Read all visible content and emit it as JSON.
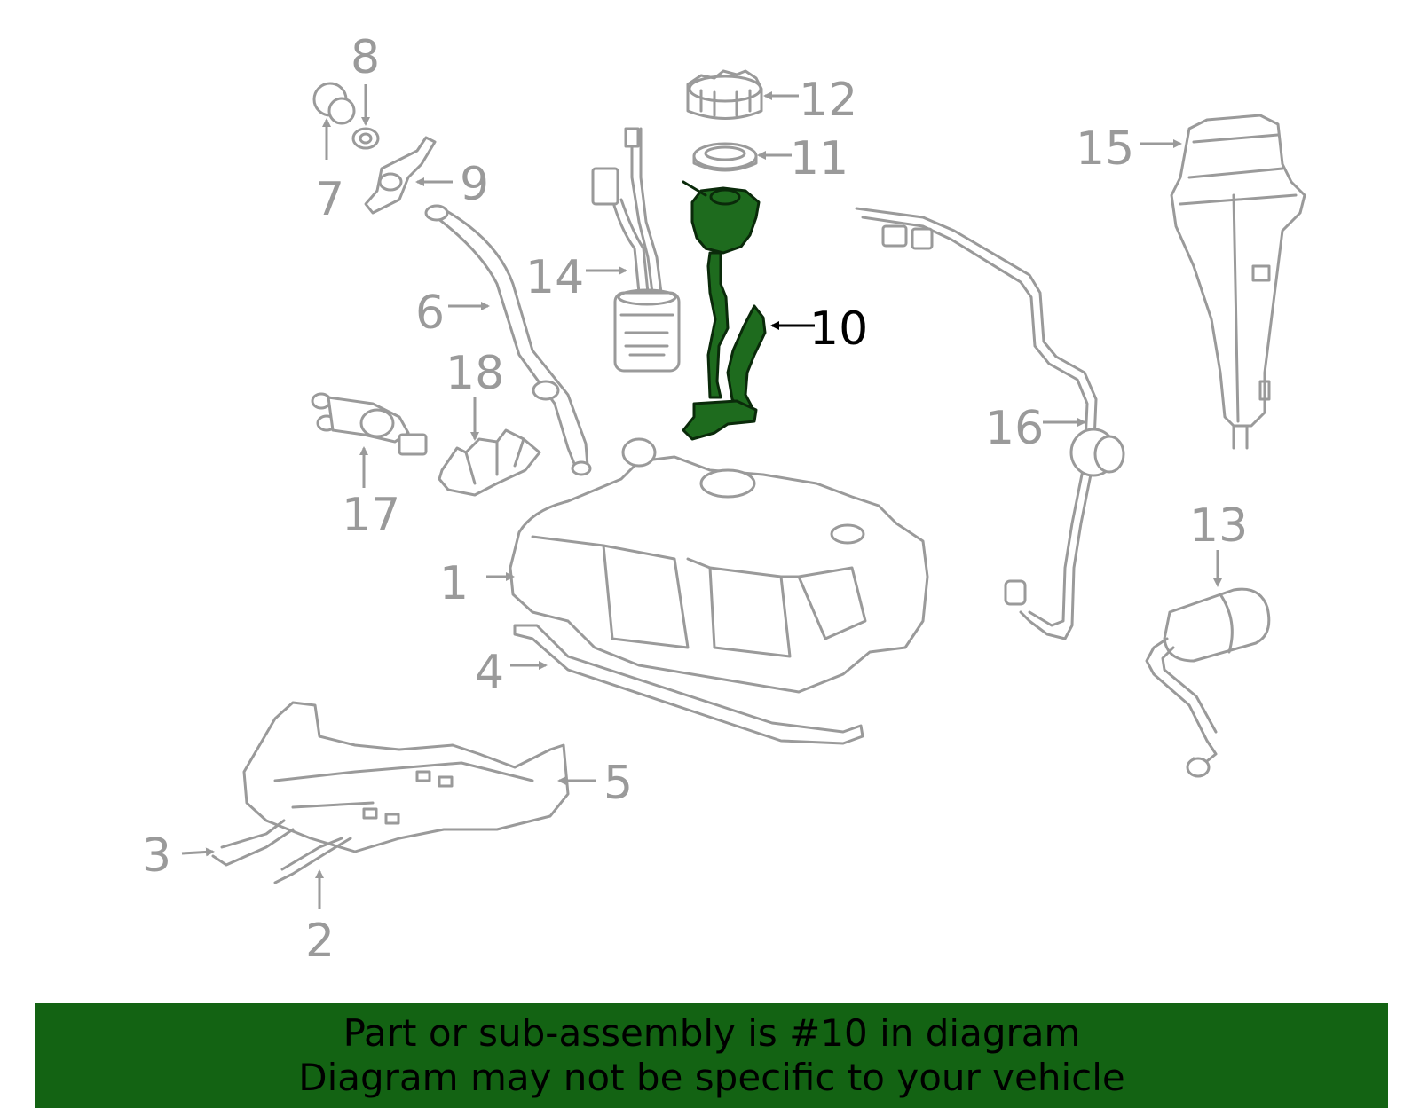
{
  "colors": {
    "highlight_part": "#1e6b1e",
    "outline": "#9a9a9a",
    "banner_background": "#136313",
    "banner_text": "#000000"
  },
  "callouts": [
    {
      "id": "1",
      "label": "1"
    },
    {
      "id": "2",
      "label": "2"
    },
    {
      "id": "3",
      "label": "3"
    },
    {
      "id": "4",
      "label": "4"
    },
    {
      "id": "5",
      "label": "5"
    },
    {
      "id": "6",
      "label": "6"
    },
    {
      "id": "7",
      "label": "7"
    },
    {
      "id": "8",
      "label": "8"
    },
    {
      "id": "9",
      "label": "9"
    },
    {
      "id": "10",
      "label": "10",
      "highlighted": true
    },
    {
      "id": "11",
      "label": "11"
    },
    {
      "id": "12",
      "label": "12"
    },
    {
      "id": "13",
      "label": "13"
    },
    {
      "id": "14",
      "label": "14"
    },
    {
      "id": "15",
      "label": "15"
    },
    {
      "id": "16",
      "label": "16"
    },
    {
      "id": "17",
      "label": "17"
    },
    {
      "id": "18",
      "label": "18"
    }
  ],
  "banner": {
    "line1": "Part or sub-assembly is #10 in diagram",
    "line2": "Diagram may not be specific to your vehicle"
  }
}
